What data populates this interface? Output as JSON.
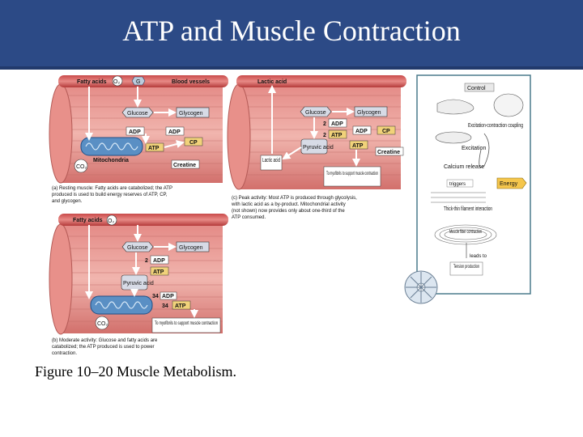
{
  "slide": {
    "title": "ATP and Muscle Contraction",
    "caption": "Figure 10–20 Muscle Metabolism."
  },
  "panel_a": {
    "labels": {
      "fatty_acids": "Fatty acids",
      "o2": "O₂",
      "g": "G",
      "blood_vessels": "Blood vessels",
      "glucose": "Glucose",
      "glycogen": "Glycogen",
      "adp1": "ADP",
      "adp2": "ADP",
      "atp": "ATP",
      "cp": "CP",
      "mitochondria": "Mitochondria",
      "co2": "CO₂",
      "creatine": "Creatine"
    },
    "caption_lines": [
      "(a) Resting muscle: Fatty acids are catabolized; the ATP",
      "produced is used to build energy reserves of ATP, CP,",
      "and glycogen."
    ]
  },
  "panel_b": {
    "labels": {
      "fatty_acids": "Fatty acids",
      "o2": "O₂",
      "glucose": "Glucose",
      "glycogen": "Glycogen",
      "adp": "ADP",
      "atp": "ATP",
      "pyruvic_acid": "Pyruvic acid",
      "adp2": "ADP",
      "atp2": "ATP",
      "co2": "CO₂",
      "myofibrils": "To myofibrils to support muscle contraction",
      "n2": "2",
      "n34a": "34",
      "n34b": "34"
    },
    "caption_lines": [
      "(b) Moderate activity: Glucose and fatty acids are",
      "catabolized; the ATP produced is used to power",
      "contraction."
    ]
  },
  "panel_c": {
    "labels": {
      "lactic_acid": "Lactic acid",
      "glucose": "Glucose",
      "glycogen": "Glycogen",
      "adp": "ADP",
      "atp": "ATP",
      "adp2": "ADP",
      "cp": "CP",
      "pyruvic_acid": "Pyruvic acid",
      "atp2": "ATP",
      "creatine": "Creatine",
      "lactic_acid2": "Lactic acid",
      "myofibrils": "To myofibrils to support muscle contraction",
      "n2a": "2",
      "n2b": "2"
    },
    "caption_lines": [
      "(c) Peak activity: Most ATP is produced through glycolysis,",
      "with lactic acid as a by-product. Mitochondrial activity",
      "(not shown) now provides only about one-third of the",
      "ATP consumed."
    ]
  },
  "flowchart": {
    "labels": {
      "control": "Control",
      "excitation_coupling": "Excitation-contraction coupling",
      "excitation": "Excitation",
      "calcium_release": "Calcium release",
      "triggers": "triggers",
      "energy": "Energy",
      "thick_thin": "Thick-thin filament interaction",
      "muscle_fiber": "Muscle fiber contraction",
      "leads_to": "leads to",
      "tension": "Tension production"
    }
  }
}
